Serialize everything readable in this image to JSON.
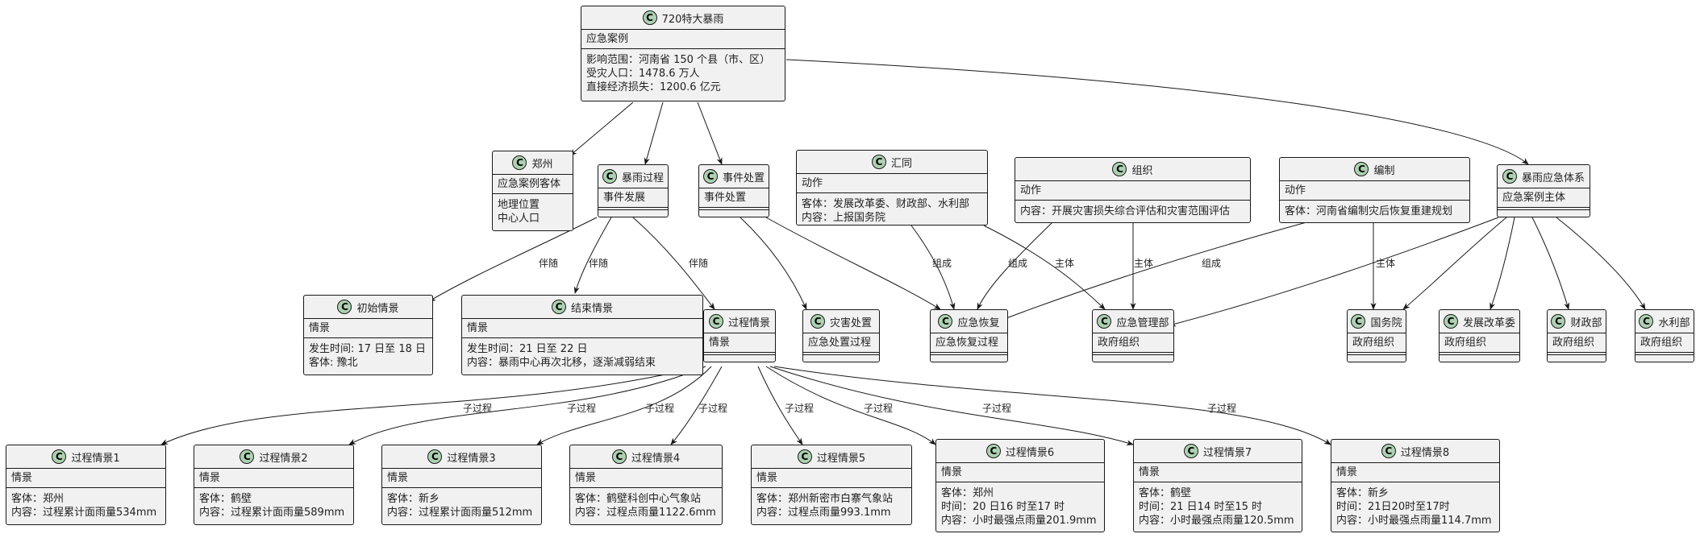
{
  "nodes": {
    "root": {
      "title": "720特大暴雨",
      "stereo": "应急案例",
      "attrs": [
        "影响范围：河南省 150 个县（市、区）",
        "受灾人口：1478.6 万人",
        "直接经济损失：1200.6 亿元"
      ]
    },
    "zhengzhou": {
      "title": "郑州",
      "stereo": "应急案例客体",
      "attrs": [
        "地理位置",
        "中心人口"
      ]
    },
    "rain_process": {
      "title": "暴雨过程",
      "stereo": "事件发展",
      "attrs": []
    },
    "incident": {
      "title": "事件处置",
      "stereo": "事件处置",
      "attrs": []
    },
    "huitong": {
      "title": "汇同",
      "stereo": "动作",
      "attrs": [
        "客体：发展改革委、财政部、水利部",
        "内容：上报国务院"
      ]
    },
    "zuzhi": {
      "title": "组织",
      "stereo": "动作",
      "attrs": [
        "内容：开展灾害损失综合评估和灾害范围评估"
      ]
    },
    "bianzhi": {
      "title": "编制",
      "stereo": "动作",
      "attrs": [
        "客体：河南省编制灾后恢复重建规划"
      ]
    },
    "system": {
      "title": "暴雨应急体系",
      "stereo": "应急案例主体",
      "attrs": []
    },
    "initial": {
      "title": "初始情景",
      "stereo": "情景",
      "attrs": [
        "发生时间: 17 日至 18 日",
        "客体: 豫北"
      ]
    },
    "end": {
      "title": "结束情景",
      "stereo": "情景",
      "attrs": [
        "发生时间：21 日至 22 日",
        "内容：暴雨中心再次北移，逐渐减弱结束"
      ]
    },
    "process": {
      "title": "过程情景",
      "stereo": "情景",
      "attrs": []
    },
    "disaster": {
      "title": "灾害处置",
      "stereo": "应急处置过程",
      "attrs": []
    },
    "recovery": {
      "title": "应急恢复",
      "stereo": "应急恢复过程",
      "attrs": []
    },
    "emgmt": {
      "title": "应急管理部",
      "stereo": "政府组织",
      "attrs": []
    },
    "guowuyuan": {
      "title": "国务院",
      "stereo": "政府组织",
      "attrs": []
    },
    "fagai": {
      "title": "发展改革委",
      "stereo": "政府组织",
      "attrs": []
    },
    "caizheng": {
      "title": "财政部",
      "stereo": "政府组织",
      "attrs": []
    },
    "shuili": {
      "title": "水利部",
      "stereo": "政府组织",
      "attrs": []
    },
    "p1": {
      "title": "过程情景1",
      "stereo": "情景",
      "attrs": [
        "客体：郑州",
        "内容：过程累计面雨量534mm"
      ]
    },
    "p2": {
      "title": "过程情景2",
      "stereo": "情景",
      "attrs": [
        "客体：鹤壁",
        "内容：过程累计面雨量589mm"
      ]
    },
    "p3": {
      "title": "过程情景3",
      "stereo": "情景",
      "attrs": [
        "客体：新乡",
        "内容：过程累计面雨量512mm"
      ]
    },
    "p4": {
      "title": "过程情景4",
      "stereo": "情景",
      "attrs": [
        "客体：鹤壁科创中心气象站",
        "内容：过程点雨量1122.6mm"
      ]
    },
    "p5": {
      "title": "过程情景5",
      "stereo": "情景",
      "attrs": [
        "客体：郑州新密市白寨气象站",
        "内容：过程点雨量993.1mm"
      ]
    },
    "p6": {
      "title": "过程情景6",
      "stereo": "情景",
      "attrs": [
        "客体：郑州",
        "时间：20 日16 时至17 时",
        "内容：小时最强点雨量201.9mm"
      ]
    },
    "p7": {
      "title": "过程情景7",
      "stereo": "情景",
      "attrs": [
        "客体：鹤壁",
        "时间：21 日14 时至15 时",
        "内容：小时最强点雨量120.5mm"
      ]
    },
    "p8": {
      "title": "过程情景8",
      "stereo": "情景",
      "attrs": [
        "客体：新乡",
        "时间：21日20时至17时",
        "内容：小时最强点雨量114.7mm"
      ]
    }
  },
  "edge_labels": {
    "accompany": "伴随",
    "compose": "组成",
    "subject": "主体",
    "subprocess": "子过程"
  }
}
